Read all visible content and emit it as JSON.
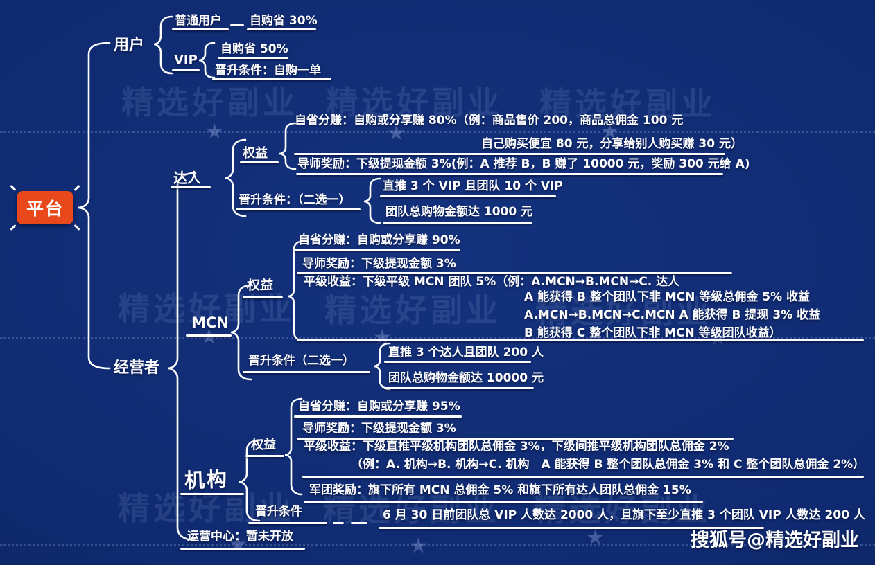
{
  "page": {
    "watermark": "精选好副业",
    "credit": "搜狐号@精选好副业"
  },
  "icons": {
    "star": "★"
  },
  "colors": {
    "background": "#0f2a70",
    "root_node": "#e8481c",
    "text": "#ffffff"
  },
  "root": {
    "label": "平台"
  },
  "user_branch": {
    "label": "用户",
    "normal_user": {
      "label": "普通用户",
      "benefit": "自购省 30%"
    },
    "vip": {
      "label": "VIP",
      "benefit": "自购省 50%",
      "promotion": "晋升条件：自购一单"
    }
  },
  "operator_branch": {
    "label": "经营者",
    "daren": {
      "label": "达人",
      "rights_label": "权益",
      "self_save": "自省分赚：自购或分享赚 80%（例：商品售价 200，商品总佣金 100 元",
      "self_save2": "自己购买便宜 80 元，分享给别人购买赚 30 元）",
      "mentor": "导师奖励：下级提现金额 3%(例：A 推荐 B，B 赚了 10000 元，奖励 300 元给 A)",
      "promotion_label": "晋升条件：（二选一）",
      "promotion_opt1": "直推 3 个 VIP 且团队 10 个 VIP",
      "promotion_opt2": "团队总购物金额达 1000 元"
    },
    "mcn": {
      "label": "MCN",
      "rights_label": "权益",
      "self_save": "自省分赚：自购或分享赚 90%",
      "mentor": "导师奖励：下级提现金额 3%",
      "peer": "平级收益：下级平级 MCN 团队 5%（例：A.MCN→B.MCN→C. 达人",
      "peer2": "A 能获得 B 整个团队下非 MCN 等级总佣金 5% 收益",
      "peer3": "A.MCN→B.MCN→C.MCN  A 能获得 B 提现 3% 收益",
      "peer4": "B 能获得 C 整个团队下非 MCN 等级团队收益）",
      "promotion_label": "晋升条件（二选一）",
      "promotion_opt1": "直推 3 个达人且团队 200 人",
      "promotion_opt2": "团队总购物金额达 10000 元"
    },
    "jigou": {
      "label": "机构",
      "rights_label": "权益",
      "self_save": "自省分赚：自购或分享赚 95%",
      "mentor": "导师奖励：下级提现金额 3%",
      "peer": "平级收益：下级直推平级机构团队总佣金 3%，下级间推平级机构团队总佣金 2%",
      "peer2": "（例：A. 机构→B. 机构→C. 机构　A 能获得 B 整个团队总佣金 3% 和 C 整个团队总佣金 2%）",
      "legion": "军团奖励：旗下所有 MCN 总佣金 5% 和旗下所有达人团队总佣金 15%",
      "promotion_label": "晋升条件",
      "promotion_req": "6 月 30 日前团队总 VIP 人数达 2000 人，且旗下至少直推 3 个团队 VIP 人数达 200 人"
    },
    "operation_center": {
      "label": "运营中心：暂未开放"
    }
  }
}
